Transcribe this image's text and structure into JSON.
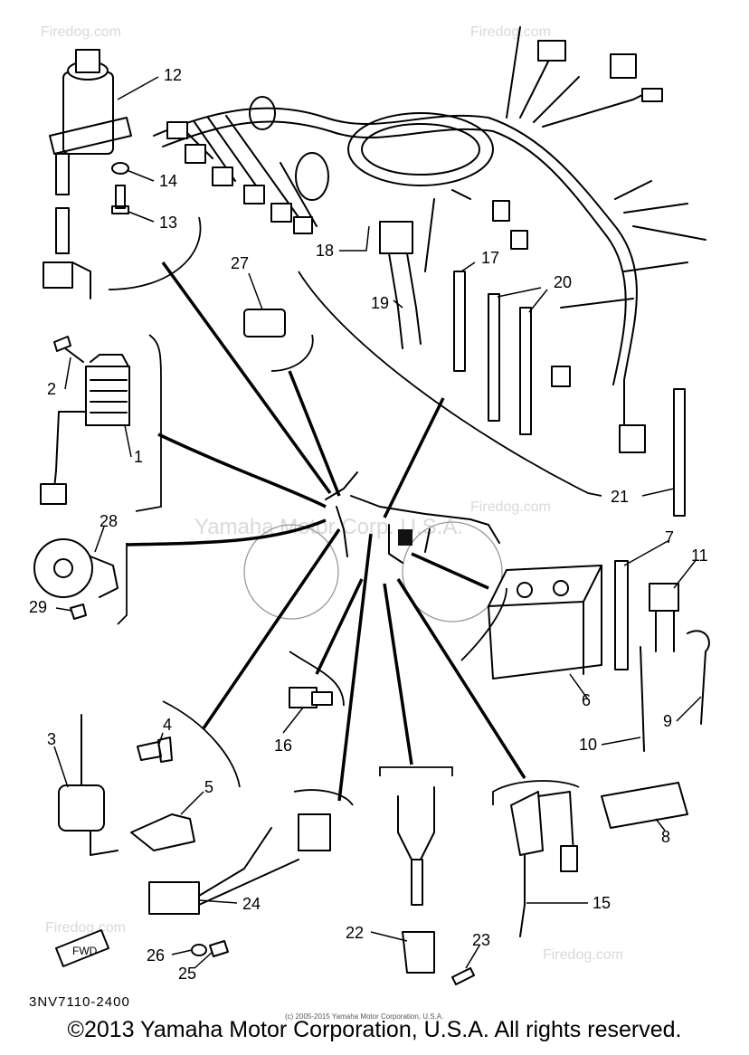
{
  "watermark": {
    "site": "Firedog.com",
    "corporation": "Yamaha Motor Corp. U.S.A."
  },
  "diagram_code": "3NV7110-2400",
  "fwd_label": "FWD",
  "small_copyright": "(c) 2005-2015 Yamaha Motor Corporation, U.S.A.",
  "copyright": "©2013 Yamaha Motor Corporation, U.S.A. All rights reserved.",
  "callouts": {
    "c1": "1",
    "c2": "2",
    "c3": "3",
    "c4": "4",
    "c5": "5",
    "c6": "6",
    "c7": "7",
    "c8": "8",
    "c9": "9",
    "c10": "10",
    "c11": "11",
    "c12": "12",
    "c13": "13",
    "c14": "14",
    "c15": "15",
    "c16": "16",
    "c17": "17",
    "c18": "18",
    "c19": "19",
    "c20": "20",
    "c21": "21",
    "c22": "22",
    "c23": "23",
    "c24": "24",
    "c25": "25",
    "c26": "26",
    "c27": "27",
    "c28": "28",
    "c29": "29"
  }
}
